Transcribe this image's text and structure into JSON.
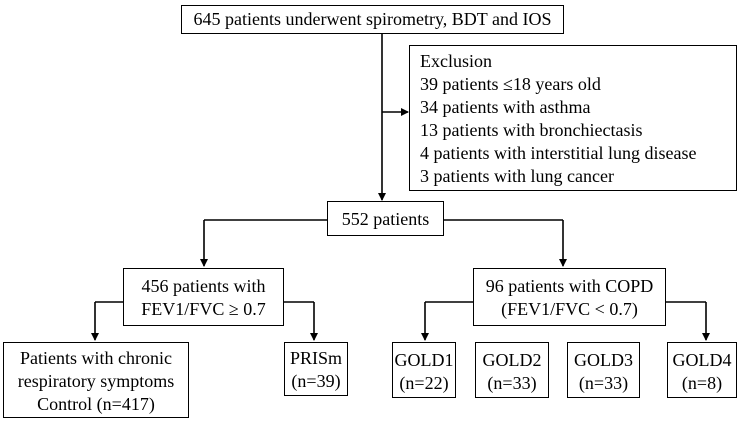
{
  "boxes": {
    "top": "645 patients underwent spirometry, BDT and IOS",
    "exclusion": {
      "title": "Exclusion",
      "items": [
        "39 patients ≤18 years old",
        "34 patients with asthma",
        "13 patients with bronchiectasis",
        "4 patients with interstitial lung disease",
        "3 patients with lung cancer"
      ]
    },
    "middle": "552 patients",
    "left": {
      "line1": "456 patients with",
      "line2": "FEV1/FVC ≥ 0.7"
    },
    "right": {
      "line1": "96 patients with COPD",
      "line2": "(FEV1/FVC < 0.7)"
    },
    "control": {
      "line1": "Patients with chronic",
      "line2": "respiratory symptoms",
      "line3": "Control (n=417)"
    },
    "prism": {
      "line1": "PRISm",
      "line2": "(n=39)"
    },
    "gold1": {
      "line1": "GOLD1",
      "line2": "(n=22)"
    },
    "gold2": {
      "line1": "GOLD2",
      "line2": "(n=33)"
    },
    "gold3": {
      "line1": "GOLD3",
      "line2": "(n=33)"
    },
    "gold4": {
      "line1": "GOLD4",
      "line2": "(n=8)"
    }
  }
}
